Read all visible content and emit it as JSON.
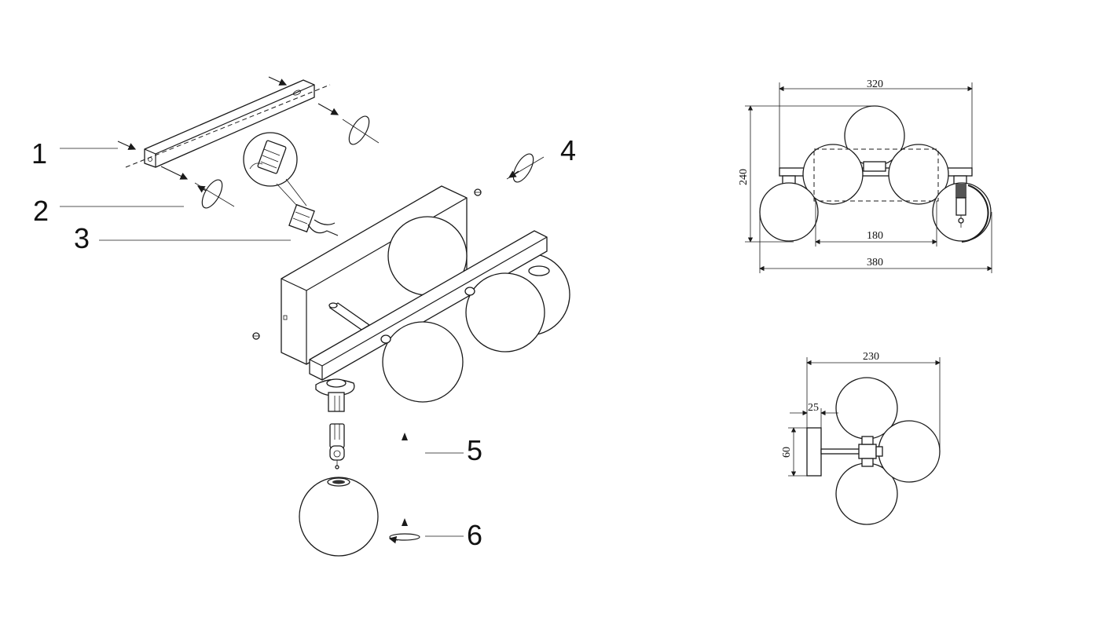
{
  "callouts": [
    {
      "num": "1"
    },
    {
      "num": "2"
    },
    {
      "num": "3"
    },
    {
      "num": "4"
    },
    {
      "num": "5"
    },
    {
      "num": "6"
    }
  ],
  "dimensions": {
    "front_overall_width": "320",
    "front_height": "240",
    "front_inner_width": "180",
    "front_total_width": "380",
    "side_depth": "230",
    "side_plate_thickness": "25",
    "side_plate_height": "60"
  }
}
